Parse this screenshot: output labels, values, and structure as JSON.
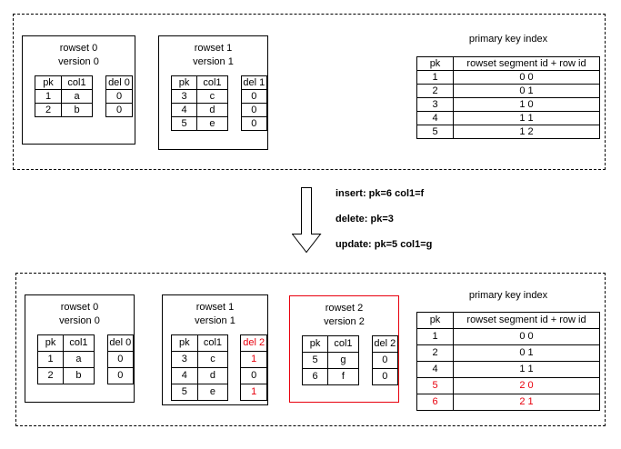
{
  "colors": {
    "red": "#e8000d",
    "black": "#000000"
  },
  "top_panel": {
    "rowsets": [
      {
        "title1": "rowset 0",
        "title2": "version 0",
        "main_table": [
          [
            "pk",
            "col1"
          ],
          [
            "1",
            "a"
          ],
          [
            "2",
            "b"
          ]
        ],
        "del_table": [
          [
            "del 0"
          ],
          [
            "0"
          ],
          [
            "0"
          ]
        ]
      },
      {
        "title1": "rowset 1",
        "title2": "version 1",
        "main_table": [
          [
            "pk",
            "col1"
          ],
          [
            "3",
            "c"
          ],
          [
            "4",
            "d"
          ],
          [
            "5",
            "e"
          ]
        ],
        "del_table": [
          [
            "del 1"
          ],
          [
            "0"
          ],
          [
            "0"
          ],
          [
            "0"
          ]
        ]
      }
    ],
    "pk_index": {
      "title": "primary key index",
      "table": [
        [
          "pk",
          "rowset segment id + row id"
        ],
        [
          "1",
          "0 0"
        ],
        [
          "2",
          "0 1"
        ],
        [
          "3",
          "1 0"
        ],
        [
          "4",
          "1 1"
        ],
        [
          "5",
          "1 2"
        ]
      ]
    }
  },
  "operations": [
    "insert: pk=6 col1=f",
    "delete: pk=3",
    "update: pk=5 col1=g"
  ],
  "bottom_panel": {
    "rowsets": [
      {
        "title1": "rowset 0",
        "title2": "version 0",
        "main_table": [
          [
            "pk",
            "col1"
          ],
          [
            "1",
            "a"
          ],
          [
            "2",
            "b"
          ]
        ],
        "del_table": [
          [
            "del 0"
          ],
          [
            "0"
          ],
          [
            "0"
          ]
        ]
      },
      {
        "title1": "rowset 1",
        "title2": "version 1",
        "main_table": [
          [
            "pk",
            "col1"
          ],
          [
            "3",
            "c"
          ],
          [
            "4",
            "d"
          ],
          [
            "5",
            "e"
          ]
        ],
        "del_table": [
          [
            {
              "t": "del 2",
              "red": true
            }
          ],
          [
            {
              "t": "1",
              "red": true
            }
          ],
          [
            "0"
          ],
          [
            {
              "t": "1",
              "red": true
            }
          ]
        ]
      },
      {
        "title1": "rowset 2",
        "title2": "version 2",
        "box_red": true,
        "main_table": [
          [
            "pk",
            "col1"
          ],
          [
            "5",
            "g"
          ],
          [
            "6",
            "f"
          ]
        ],
        "del_table": [
          [
            "del 2"
          ],
          [
            "0"
          ],
          [
            "0"
          ]
        ]
      }
    ],
    "pk_index": {
      "title": "primary key index",
      "table": [
        [
          "pk",
          "rowset segment id + row id"
        ],
        [
          "1",
          "0 0"
        ],
        [
          "2",
          "0 1"
        ],
        [
          "4",
          "1 1"
        ],
        [
          {
            "t": "5",
            "red": true
          },
          {
            "t": "2 0",
            "red": true
          }
        ],
        [
          {
            "t": "6",
            "red": true
          },
          {
            "t": "2 1",
            "red": true
          }
        ]
      ]
    }
  }
}
